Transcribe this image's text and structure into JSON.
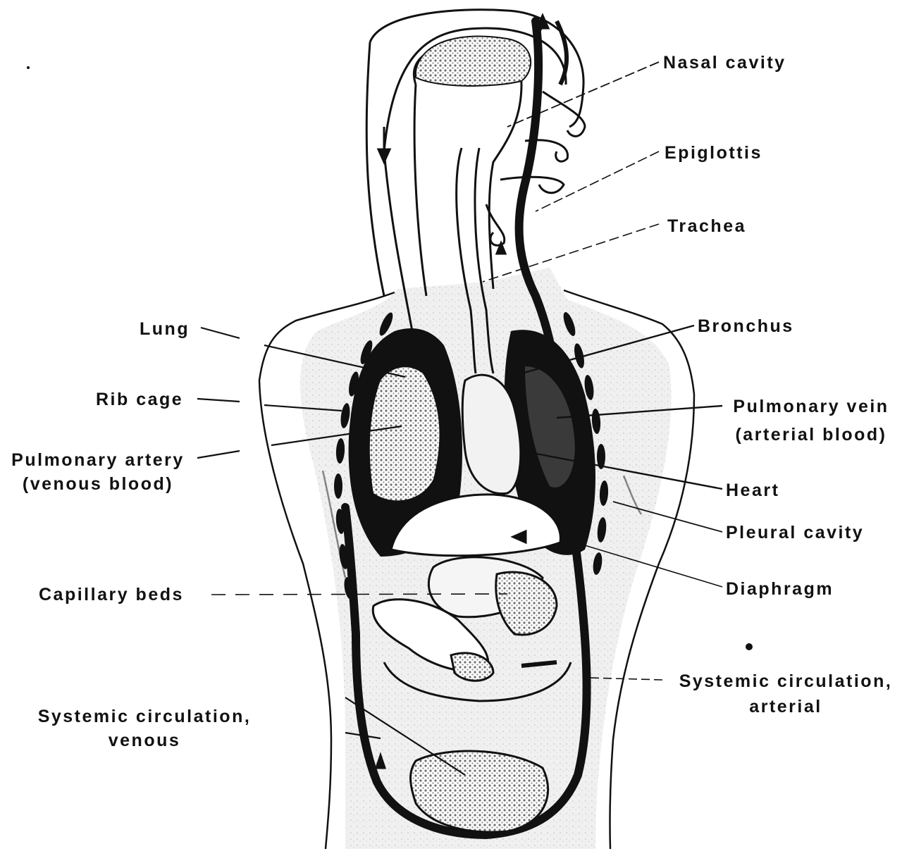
{
  "labels": {
    "nasal_cavity": "Nasal cavity",
    "epiglottis": "Epiglottis",
    "trachea": "Trachea",
    "bronchus": "Bronchus",
    "lung": "Lung",
    "rib_cage": "Rib cage",
    "pulmonary_vein": [
      "Pulmonary vein",
      "(arterial blood)"
    ],
    "pulmonary_artery": [
      "Pulmonary artery",
      "(venous blood)"
    ],
    "heart": "Heart",
    "pleural_cavity": "Pleural cavity",
    "diaphragm": "Diaphragm",
    "capillary_beds": "Capillary beds",
    "systemic_arterial": [
      "Systemic circulation,",
      "arterial"
    ],
    "systemic_venous": [
      "Systemic circulation,",
      "venous"
    ]
  },
  "colors": {
    "ink": "#111111",
    "tissue": "#cfcfcf",
    "capillary": "#8a8a8a",
    "paper": "#ffffff"
  }
}
